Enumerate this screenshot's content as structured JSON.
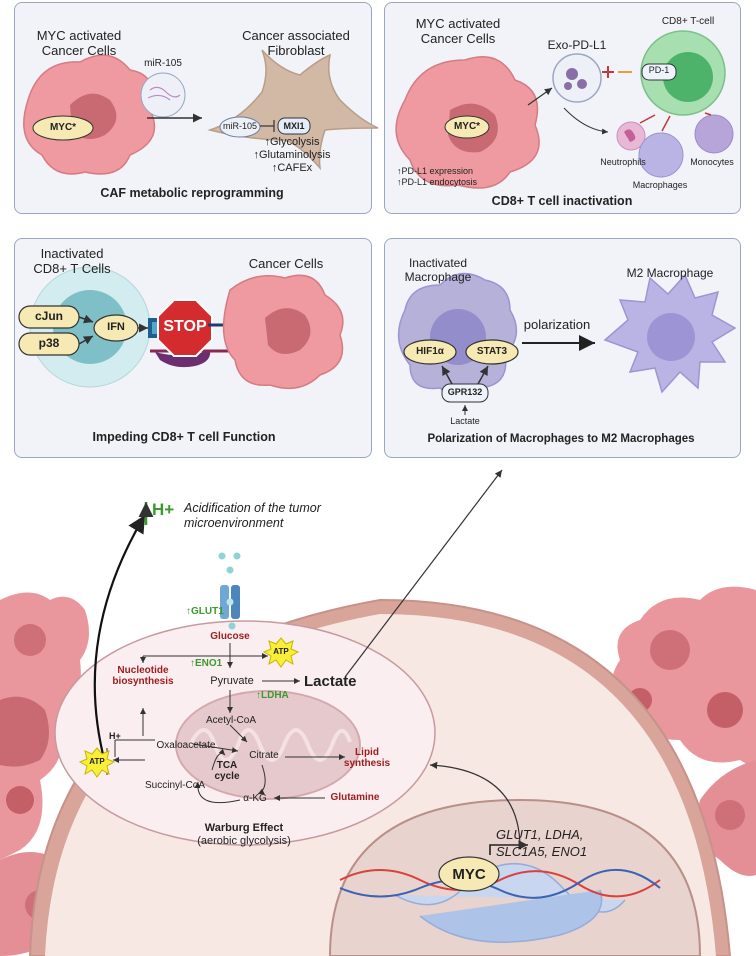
{
  "panel1": {
    "cancer_label_1": "MYC activated",
    "cancer_label_2": "Cancer Cells",
    "myc": "MYC*",
    "mir_label": "miR-105",
    "caf_label_1": "Cancer associated",
    "caf_label_2": "Fibroblast",
    "mir_inner": "miR-105",
    "mxi1": "MXI1",
    "effects": [
      "↑Glycolysis",
      "↑Glutaminolysis",
      "↑CAFEx"
    ],
    "title": "CAF metabolic reprogramming"
  },
  "panel2": {
    "cancer_label_1": "MYC activated",
    "cancer_label_2": "Cancer Cells",
    "myc": "MYC*",
    "exo": "Exo-PD-L1",
    "tcell": "CD8+ T-cell",
    "pd1": "PD-1",
    "neutrophils": "Neutrophils",
    "monocytes": "Monocytes",
    "macrophages": "Macrophages",
    "pdl1_lines": [
      "↑PD-L1 expression",
      "↑PD-L1 endocytosis"
    ],
    "title": "CD8+ T cell inactivation"
  },
  "panel3": {
    "label_1": "Inactivated",
    "label_2": "CD8+ T Cells",
    "cancer": "Cancer Cells",
    "cjun": "cJun",
    "p38": "p38",
    "ifn": "IFN",
    "stop": "STOP",
    "title": "Impeding CD8+ T cell Function"
  },
  "panel4": {
    "label_1": "Inactivated",
    "label_2": "Macrophage",
    "m2": "M2 Macrophage",
    "polarization": "polarization",
    "hif": "HIF1α",
    "stat3": "STAT3",
    "gpr": "GPR132",
    "lactate": "Lactate",
    "title": "Polarization of Macrophages to M2 Macrophages"
  },
  "main": {
    "hplus": "H+",
    "acid_1": "Acidification of the tumor",
    "acid_2": "microenvironment",
    "glut1": "GLUT1",
    "glucose": "Glucose",
    "atp": "ATP",
    "eno1": "ENO1",
    "nucleotide_1": "Nucleotide",
    "nucleotide_2": "biosynthesis",
    "pyruvate": "Pyruvate",
    "lactate": "Lactate",
    "ldha": "LDHA",
    "h_small": "H+",
    "acetyl": "Acetyl-CoA",
    "oxalo": "Oxaloacetate",
    "citrate": "Citrate",
    "lipid_1": "Lipid",
    "lipid_2": "synthesis",
    "tca_1": "TCA",
    "tca_2": "cycle",
    "succinyl": "Succinyl-CoA",
    "akg": "α-KG",
    "glutamine": "Glutamine",
    "warburg_1": "Warburg Effect",
    "warburg_2": "(aerobic glycolysis)",
    "myc": "MYC",
    "genes_1": "GLUT1, LDHA,",
    "genes_2": "SLC1A5, ENO1"
  },
  "colors": {
    "panel_border": "#9aa7c2",
    "panel_fill": "#f1f3f8",
    "cancer_cell": "#e88a8f",
    "nucleus_dark": "#c25a62",
    "myc_label": "#f6e9b3",
    "fibroblast": "#d2b9a6",
    "tcell_green": "#8fd39a",
    "macrophage": "#b5b1d9",
    "cell_membrane": "#c6928a",
    "nucleus_fill": "#ead7d2",
    "text_red": "#9c1c1c",
    "text_green": "#3b9a2e"
  }
}
